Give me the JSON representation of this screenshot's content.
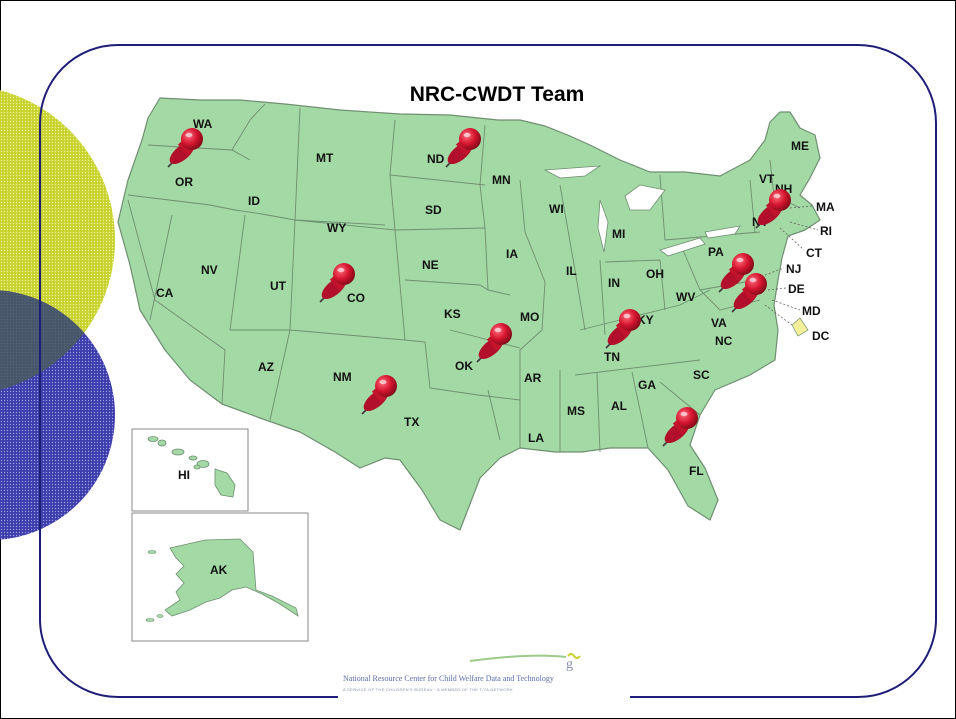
{
  "title": "NRC-CWDT Team",
  "colors": {
    "map_fill": "#a3d9a4",
    "map_border": "#6e8f71",
    "frame_border": "#1e1e78",
    "circle_yellow": "#c8d22c",
    "circle_blue": "#3c3caa",
    "pin_red": "#c8102e"
  },
  "state_labels": [
    "WA",
    "OR",
    "ID",
    "MT",
    "WY",
    "ND",
    "SD",
    "MN",
    "NE",
    "IA",
    "WI",
    "MI",
    "NV",
    "CA",
    "UT",
    "CO",
    "KS",
    "MO",
    "IL",
    "IN",
    "OH",
    "AZ",
    "NM",
    "OK",
    "AR",
    "TX",
    "LA",
    "MS",
    "AL",
    "TN",
    "KY",
    "GA",
    "SC",
    "NC",
    "VA",
    "WV",
    "PA",
    "NY",
    "VT",
    "NH",
    "ME",
    "MA",
    "RI",
    "CT",
    "NJ",
    "DE",
    "MD",
    "DC",
    "FL"
  ],
  "inset_labels": {
    "hawaii": "HI",
    "alaska": "AK"
  },
  "pin_icon": "pushpin-icon",
  "pin_locations": [
    "Oregon",
    "North Dakota",
    "Colorado",
    "New Mexico",
    "Oklahoma",
    "Tennessee",
    "Florida",
    "New York",
    "Virginia",
    "Maryland"
  ],
  "footer": {
    "org_name": "National Resource Center for Child Welfare Data and Technology",
    "org_tagline": "A SERVICE OF THE CHILDREN'S BUREAU · A MEMBER OF THE T/TA NETWORK"
  }
}
